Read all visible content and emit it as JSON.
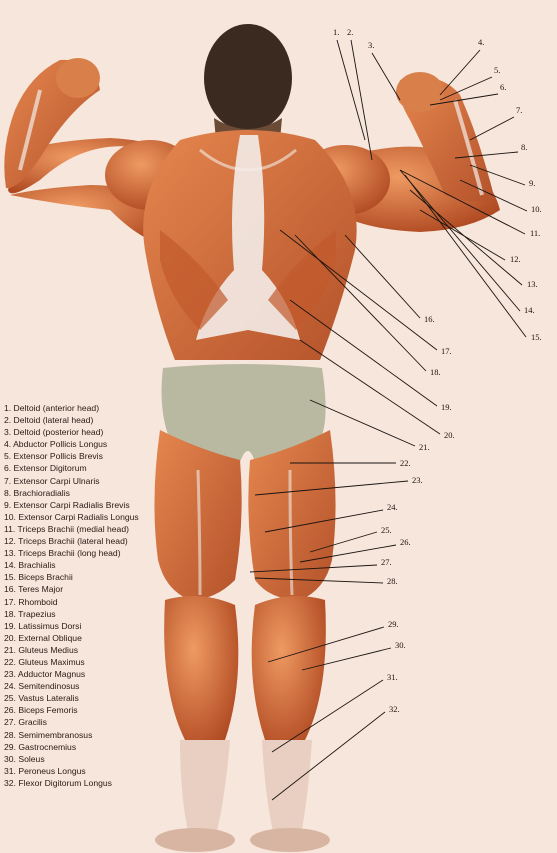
{
  "legend": [
    "1. Deltoid (anterior head)",
    "2. Deltoid (lateral head)",
    "3. Deltoid (posterior head)",
    "4. Abductor Pollicis Longus",
    "5. Extensor Pollicis Brevis",
    "6. Extensor Digitorum",
    "7. Extensor Carpi Ulnaris",
    "8. Brachioradialis",
    "9. Extensor Carpi Radialis Brevis",
    "10. Extensor Carpi Radialis Longus",
    "11. Triceps Brachii (medial head)",
    "12. Triceps Brachii (lateral head)",
    "13. Triceps Brachii (long head)",
    "14. Brachialis",
    "15. Biceps Brachii",
    "16. Teres Major",
    "17. Rhomboid",
    "18. Trapezius",
    "19. Latissimus Dorsi",
    "20. External Oblique",
    "21. Gluteus Medius",
    "22. Gluteus Maximus",
    "23. Adductor Magnus",
    "24. Semitendinosus",
    "25. Vastus Lateralis",
    "26. Biceps Femoris",
    "27. Gracilis",
    "28. Semimembranosus",
    "29. Gastrocnemius",
    "30. Soleus",
    "31. Peroneus Longus",
    "32. Flexor Digitorum Longus"
  ],
  "labels": [
    "1.",
    "2.",
    "3.",
    "4.",
    "5.",
    "6.",
    "7.",
    "8.",
    "9.",
    "10.",
    "11.",
    "12.",
    "13.",
    "14.",
    "15.",
    "16.",
    "17.",
    "18.",
    "19.",
    "20.",
    "21.",
    "22.",
    "23.",
    "24.",
    "25.",
    "26.",
    "27.",
    "28.",
    "29.",
    "30.",
    "31.",
    "32."
  ],
  "colors": {
    "background": "#f6e6dc",
    "muscle": "#d9733f",
    "muscle_dark": "#a8451f",
    "tendon": "#f3ece8",
    "hair": "#3b2a20",
    "trunks": "#b9b8a0",
    "ink": "#1a1410"
  }
}
